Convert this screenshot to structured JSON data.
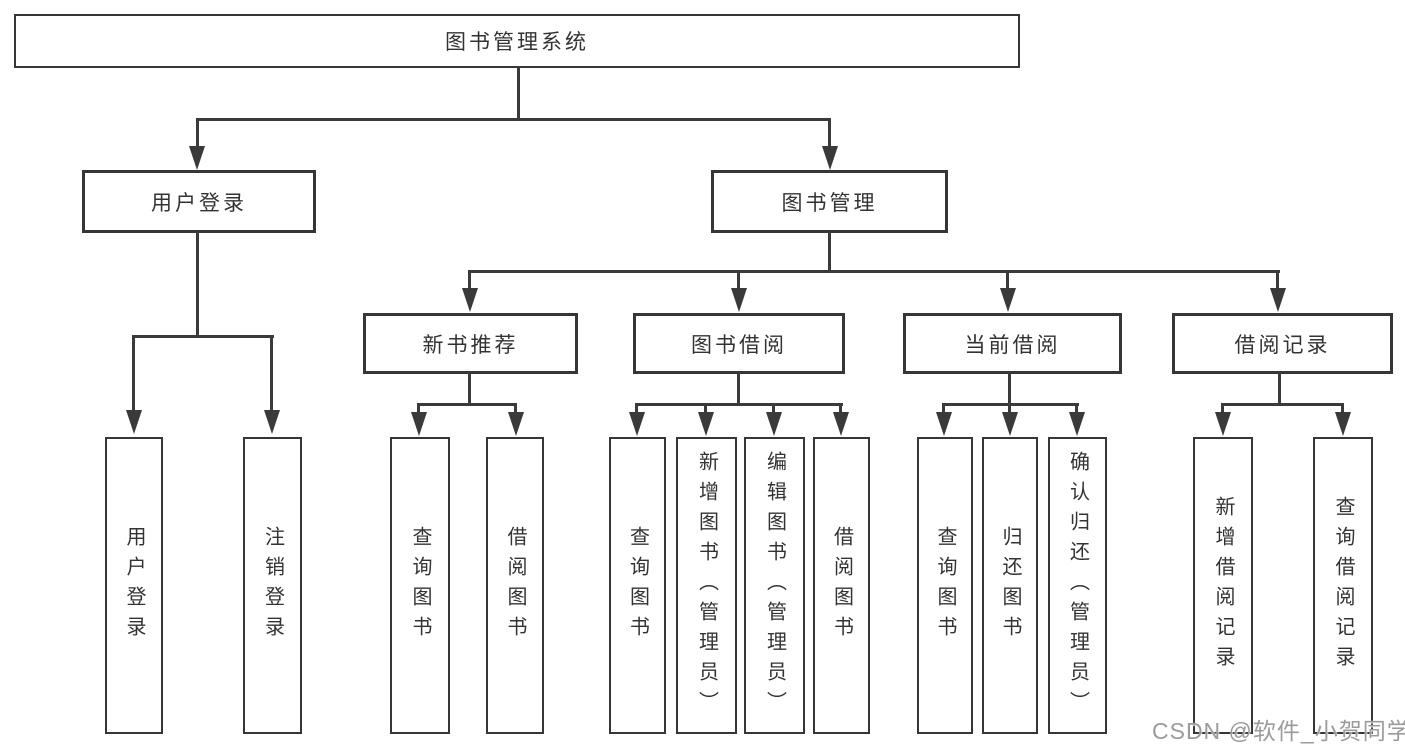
{
  "nodes": {
    "root": {
      "label": "图书管理系统"
    },
    "branches": [
      {
        "label": "用户登录",
        "children": [
          {
            "label": "用户登录"
          },
          {
            "label": "注销登录"
          }
        ]
      },
      {
        "label": "图书管理",
        "children": [
          {
            "label": "新书推荐",
            "children": [
              {
                "label": "查询图书"
              },
              {
                "label": "借阅图书"
              }
            ]
          },
          {
            "label": "图书借阅",
            "children": [
              {
                "label": "查询图书"
              },
              {
                "label": "新增图书（管理员）"
              },
              {
                "label": "编辑图书（管理员）"
              },
              {
                "label": "借阅图书"
              }
            ]
          },
          {
            "label": "当前借阅",
            "children": [
              {
                "label": "查询图书"
              },
              {
                "label": "归还图书"
              },
              {
                "label": "确认归还（管理员）"
              }
            ]
          },
          {
            "label": "借阅记录",
            "children": [
              {
                "label": "新增借阅记录"
              },
              {
                "label": "查询借阅记录"
              }
            ]
          }
        ]
      }
    ]
  },
  "watermark": {
    "text": "CSDN @软件_小贺同学"
  },
  "colors": {
    "line": "#3a3a3a",
    "box_border": "#363636",
    "text": "#333333",
    "watermark": "#9b9b9b",
    "background": "#ffffff"
  }
}
